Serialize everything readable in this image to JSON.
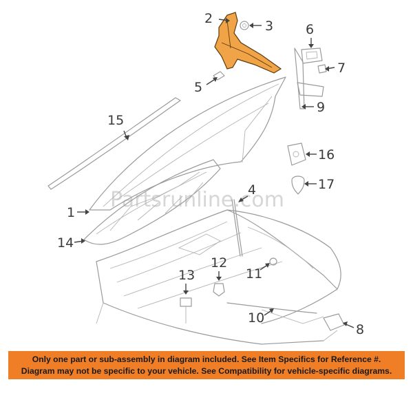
{
  "watermark": "Partsrunline.com",
  "callouts": [
    {
      "id": "1",
      "label": "1"
    },
    {
      "id": "2",
      "label": "2"
    },
    {
      "id": "3",
      "label": "3"
    },
    {
      "id": "4",
      "label": "4"
    },
    {
      "id": "5",
      "label": "5"
    },
    {
      "id": "6",
      "label": "6"
    },
    {
      "id": "7",
      "label": "7"
    },
    {
      "id": "8",
      "label": "8"
    },
    {
      "id": "9",
      "label": "9"
    },
    {
      "id": "10",
      "label": "10"
    },
    {
      "id": "11",
      "label": "11"
    },
    {
      "id": "12",
      "label": "12"
    },
    {
      "id": "13",
      "label": "13"
    },
    {
      "id": "14",
      "label": "14"
    },
    {
      "id": "15",
      "label": "15"
    },
    {
      "id": "16",
      "label": "16"
    },
    {
      "id": "17",
      "label": "17"
    }
  ],
  "highlight_color": "#f0a347",
  "notice": {
    "line1": "Only one part or sub-assembly in diagram included. See Item Specifics for Reference #.",
    "line2": "Diagram may not be specific to your vehicle. See Compatibility for vehicle-specific diagrams.",
    "background": "#f07e26"
  }
}
